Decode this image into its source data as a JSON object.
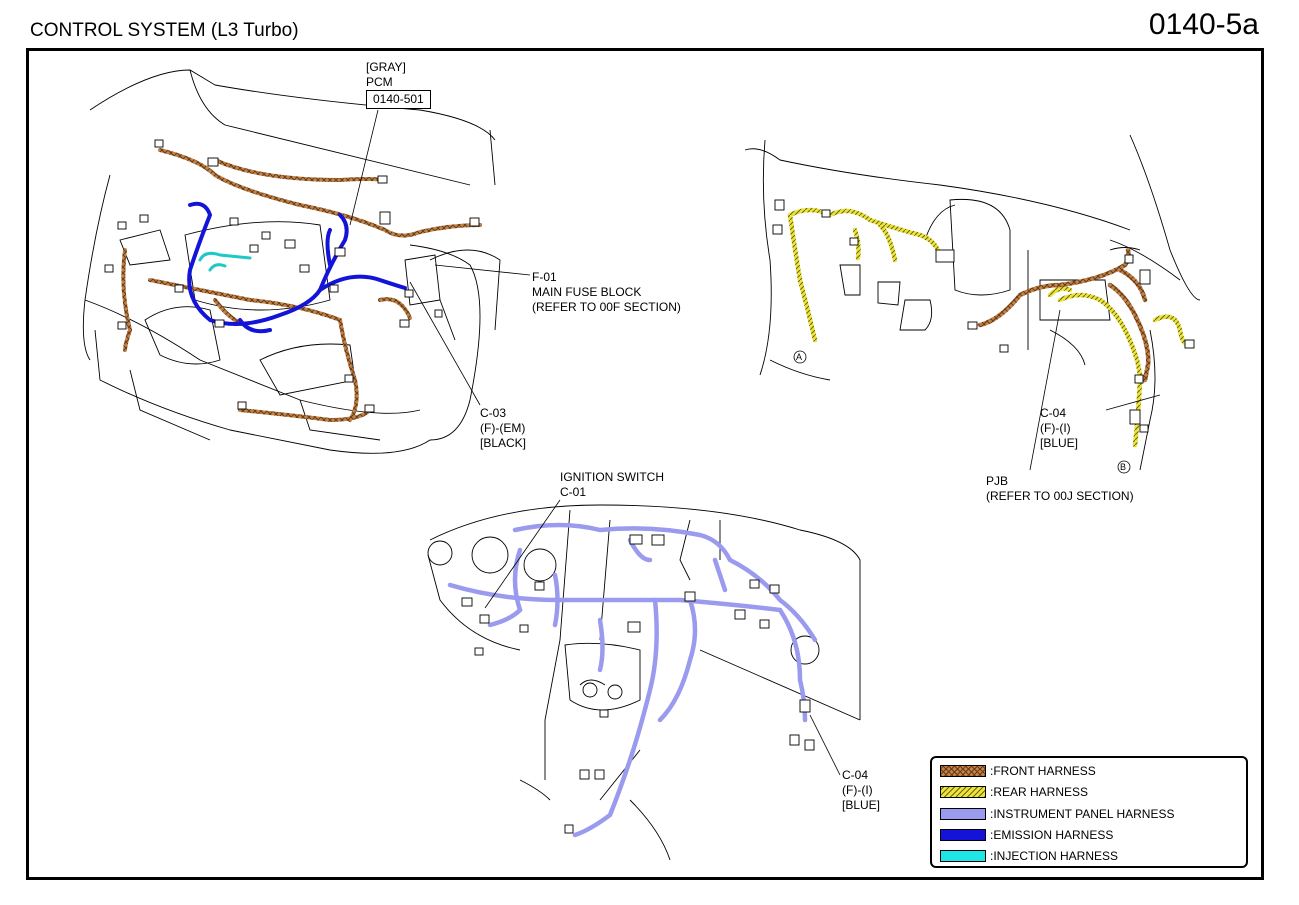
{
  "header": {
    "title": "CONTROL SYSTEM (L3 Turbo)",
    "page_number": "0140-5a"
  },
  "labels": {
    "pcm_color": "[GRAY]",
    "pcm_name": "PCM",
    "pcm_ref": "0140-501",
    "f01_id": "F-01",
    "f01_name": "MAIN FUSE BLOCK",
    "f01_ref": "(REFER TO 00F SECTION)",
    "c03_id": "C-03",
    "c03_type": "(F)-(EM)",
    "c03_color": "[BLACK]",
    "c04_right_id": "C-04",
    "c04_right_type": "(F)-(I)",
    "c04_right_color": "[BLUE]",
    "pjb_name": "PJB",
    "pjb_ref": "(REFER TO 00J SECTION)",
    "ign_name": "IGNITION SWITCH",
    "ign_id": "C-01",
    "c04_bottom_id": "C-04",
    "c04_bottom_type": "(F)-(I)",
    "c04_bottom_color": "[BLUE]",
    "marker_a": "A",
    "marker_b": "B"
  },
  "legend": [
    {
      "label": ":FRONT HARNESS",
      "color": "#b5703a",
      "pattern": "cross"
    },
    {
      "label": ":REAR HARNESS",
      "color": "#e8e030",
      "pattern": "hatch"
    },
    {
      "label": ":INSTRUMENT PANEL HARNESS",
      "color": "#9a9aef",
      "pattern": "solid"
    },
    {
      "label": ":EMISSION HARNESS",
      "color": "#1414d8",
      "pattern": "solid"
    },
    {
      "label": ":INJECTION HARNESS",
      "color": "#1ee6e6",
      "pattern": "solid"
    }
  ]
}
